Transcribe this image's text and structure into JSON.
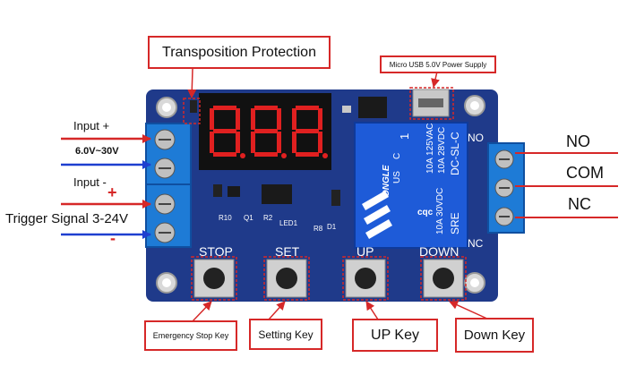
{
  "labels": {
    "transposition": "Transposition Protection",
    "usb": "Micro USB 5.0V Power Supply",
    "emergency": "Emergency Stop Key",
    "setting": "Setting Key",
    "up": "UP Key",
    "down": "Down Key",
    "input_plus": "Input +",
    "voltage": "6.0V~30V",
    "input_minus": "Input -",
    "plus_sign": "+",
    "trigger": "Trigger Signal 3-24V",
    "minus_sign": "-",
    "no": "NO",
    "com": "COM",
    "nc": "NC"
  },
  "board": {
    "btn_stop": "STOP",
    "btn_set": "SET",
    "btn_up": "UP",
    "btn_down": "DOWN",
    "relay_brand": "ONGLE",
    "relay_model": "DC-SL-C",
    "relay_rating1": "10A 125VAC",
    "relay_rating2": "10A 28VDC",
    "relay_rating3": "10A 30VDC",
    "relay_sre": "SRE",
    "relay_num": "1",
    "relay_c": "C",
    "relay_us": "US",
    "relay_cqc": "cqc",
    "silk_r10": "R10",
    "silk_q1": "Q1",
    "silk_r2": "R2",
    "silk_led1": "LED1",
    "silk_r8": "R8",
    "silk_d1": "D1",
    "silk_nc": "NC",
    "silk_no": "NO"
  },
  "colors": {
    "pcb": "#1f3a8a",
    "terminal": "#1e7bd6",
    "annotation": "#d62828",
    "arrow_blue": "#1e3fd0"
  }
}
